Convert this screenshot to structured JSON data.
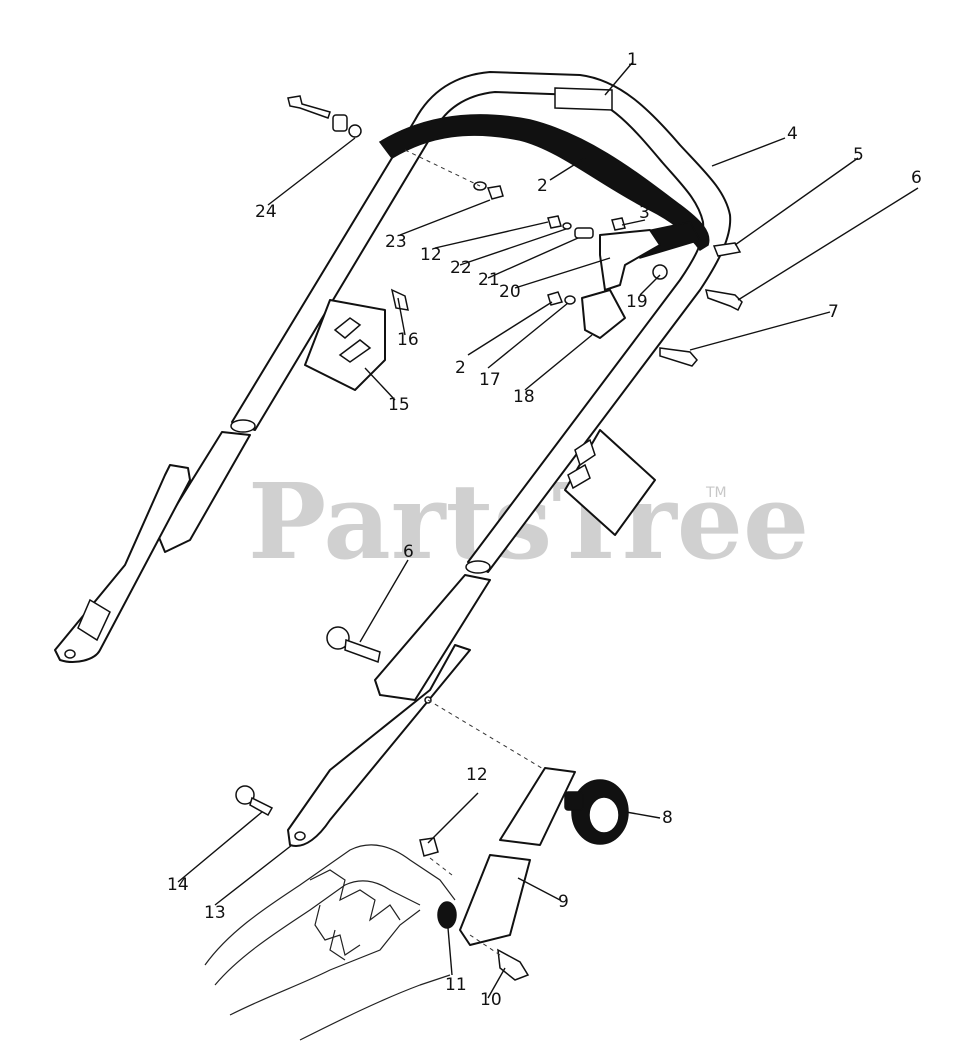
{
  "watermark": {
    "text": "PartsTree",
    "trademark": "TM"
  },
  "callouts": {
    "c1": "1",
    "c2a": "2",
    "c2b": "2",
    "c3": "3",
    "c4": "4",
    "c5": "5",
    "c6a": "6",
    "c6b": "6",
    "c7": "7",
    "c8": "8",
    "c9": "9",
    "c10": "10",
    "c11": "11",
    "c12a": "12",
    "c12b": "12",
    "c13": "13",
    "c14": "14",
    "c15": "15",
    "c16": "16",
    "c17": "17",
    "c18": "18",
    "c19": "19",
    "c20": "20",
    "c21": "21",
    "c22": "22",
    "c23": "23",
    "c24": "24"
  },
  "colors": {
    "line": "#111111",
    "watermark": "#c8c8c8",
    "background": "#ffffff"
  }
}
